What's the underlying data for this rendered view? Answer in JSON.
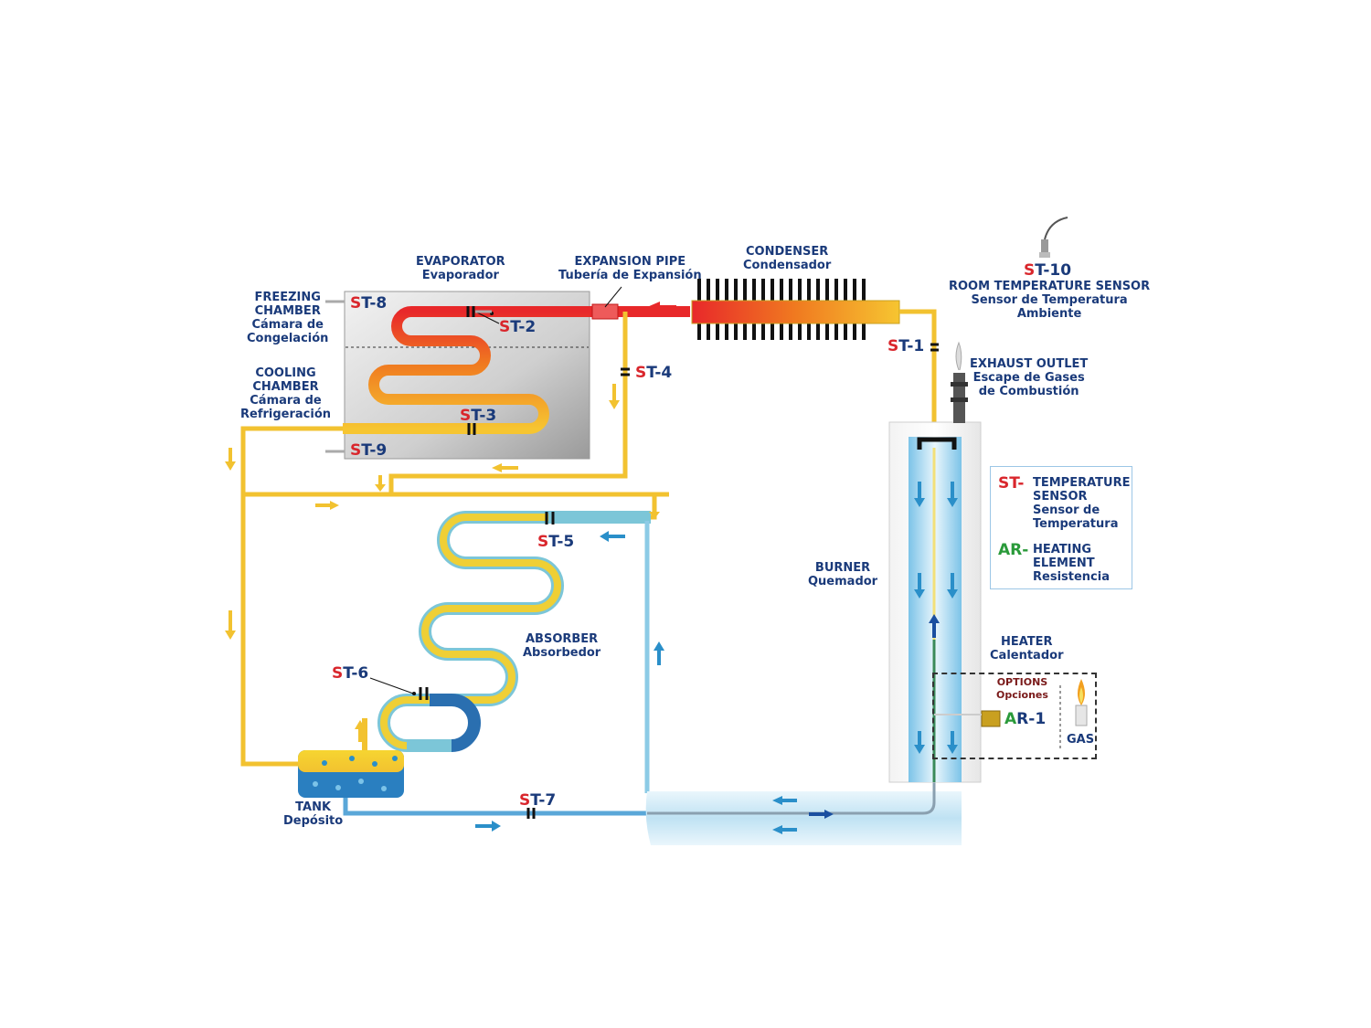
{
  "components": {
    "evaporator": {
      "en": "EVAPORATOR",
      "es": "Evaporador"
    },
    "expansion_pipe": {
      "en": "EXPANSION PIPE",
      "es": "Tubería de Expansión"
    },
    "condenser": {
      "en": "CONDENSER",
      "es": "Condensador"
    },
    "room_sensor": {
      "en": "ROOM TEMPERATURE SENSOR",
      "es1": "Sensor de Temperatura",
      "es2": "Ambiente"
    },
    "freezing_chamber": {
      "en1": "FREEZING",
      "en2": "CHAMBER",
      "es1": "Cámara de",
      "es2": "Congelación"
    },
    "cooling_chamber": {
      "en1": "COOLING",
      "en2": "CHAMBER",
      "es1": "Cámara de",
      "es2": "Refrigeración"
    },
    "exhaust_outlet": {
      "en": "EXHAUST OUTLET",
      "es1": "Escape de Gases",
      "es2": "de Combustión"
    },
    "burner": {
      "en": "BURNER",
      "es": "Quemador"
    },
    "absorber": {
      "en": "ABSORBER",
      "es": "Absorbedor"
    },
    "heater": {
      "en": "HEATER",
      "es": "Calentador"
    },
    "tank": {
      "en": "TANK",
      "es": "Depósito"
    }
  },
  "sensors": {
    "st1": {
      "prefix": "S",
      "rest": "T-1"
    },
    "st2": {
      "prefix": "S",
      "rest": "T-2"
    },
    "st3": {
      "prefix": "S",
      "rest": "T-3"
    },
    "st4": {
      "prefix": "S",
      "rest": "T-4"
    },
    "st5": {
      "prefix": "S",
      "rest": "T-5"
    },
    "st6": {
      "prefix": "S",
      "rest": "T-6"
    },
    "st7": {
      "prefix": "S",
      "rest": "T-7"
    },
    "st8": {
      "prefix": "S",
      "rest": "T-8"
    },
    "st9": {
      "prefix": "S",
      "rest": "T-9"
    },
    "st10": {
      "prefix": "S",
      "rest": "T-10"
    },
    "ar1": {
      "prefix": "A",
      "rest": "R-1"
    }
  },
  "legend": {
    "st": {
      "prefix": "ST-",
      "en1": "TEMPERATURE",
      "en2": "SENSOR",
      "es1": "Sensor de",
      "es2": "Temperatura"
    },
    "ar": {
      "prefix": "AR-",
      "en1": "HEATING",
      "en2": "ELEMENT",
      "es": "Resistencia"
    }
  },
  "options": {
    "en": "OPTIONS",
    "es": "Opciones",
    "gas": "GAS"
  },
  "colors": {
    "label_blue": "#1a3a7a",
    "sensor_red": "#d9262c",
    "heater_green": "#2a9a3a",
    "refrigerant_yellow": "#f2c230",
    "solution_blue": "#2a8fc9",
    "hot_red": "#e8282a",
    "light_blue": "#8ccbe6"
  }
}
